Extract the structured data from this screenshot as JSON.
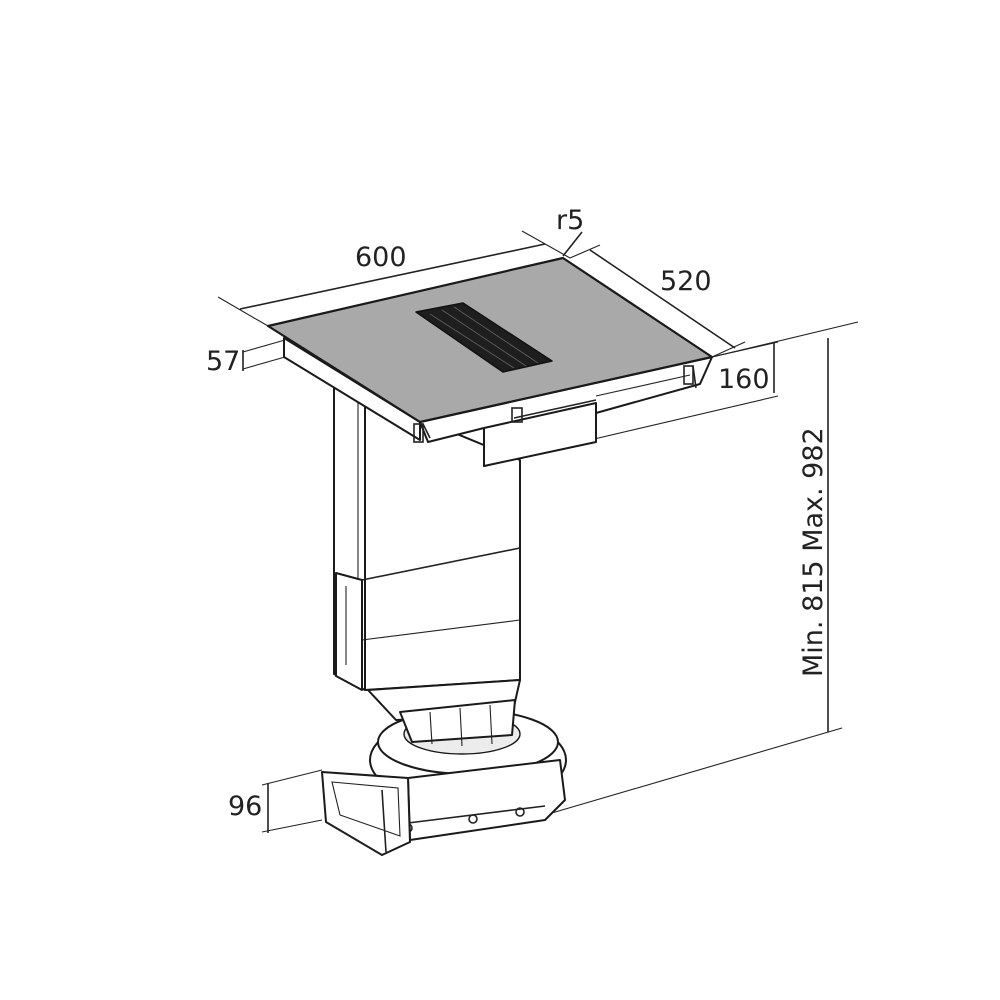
{
  "dimensions": {
    "width": "600",
    "depth": "520",
    "radius": "r5",
    "glass_thickness": "57",
    "frame_height": "160",
    "total_height": "Min. 815  Max. 982",
    "duct_height": "96"
  },
  "colors": {
    "glass_top": "#a9a9a9",
    "vent_grille": "#1e1e1e",
    "lines": "#222222"
  }
}
